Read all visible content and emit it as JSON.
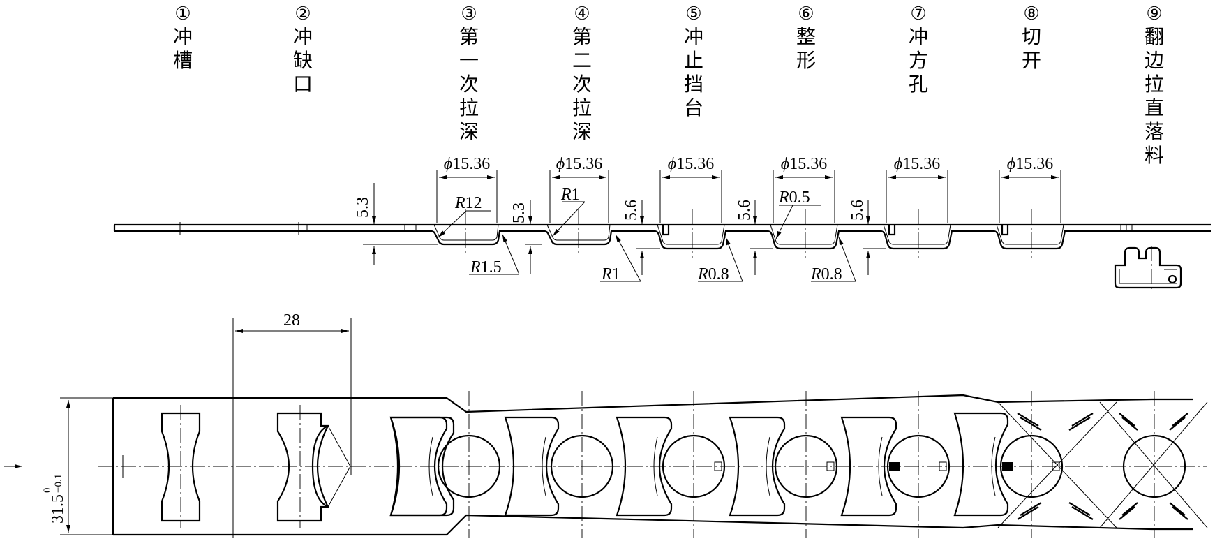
{
  "stations": [
    {
      "num": "①",
      "chars": [
        "冲",
        "槽"
      ]
    },
    {
      "num": "②",
      "chars": [
        "冲",
        "缺",
        "口"
      ]
    },
    {
      "num": "③",
      "chars": [
        "第",
        "一",
        "次",
        "拉",
        "深"
      ]
    },
    {
      "num": "④",
      "chars": [
        "第",
        "二",
        "次",
        "拉",
        "深"
      ]
    },
    {
      "num": "⑤",
      "chars": [
        "冲",
        "止",
        "挡",
        "台"
      ]
    },
    {
      "num": "⑥",
      "chars": [
        "整",
        "形"
      ]
    },
    {
      "num": "⑦",
      "chars": [
        "冲",
        "方",
        "孔"
      ]
    },
    {
      "num": "⑧",
      "chars": [
        "切",
        "开"
      ]
    },
    {
      "num": "⑨",
      "chars": [
        "翻",
        "边",
        "拉",
        "直",
        "落",
        "料"
      ]
    }
  ],
  "dimensions": {
    "diameter_prefix": "ϕ",
    "diameter_value": "15.36",
    "depth_1": "5.3",
    "depth_2": "5.3",
    "depth_3": "5.6",
    "depth_4": "5.6",
    "depth_5": "5.6",
    "radius_prefix": "R",
    "r12": "12",
    "r1_a": "1",
    "r1_5": "1.5",
    "r1_b": "1",
    "r0_5": "0.5",
    "r0_8_a": "0.8",
    "r0_8_b": "0.8",
    "pitch": "28",
    "width_value": "31.5",
    "width_upper_tol": "0",
    "width_lower_tol": "−0.1"
  }
}
